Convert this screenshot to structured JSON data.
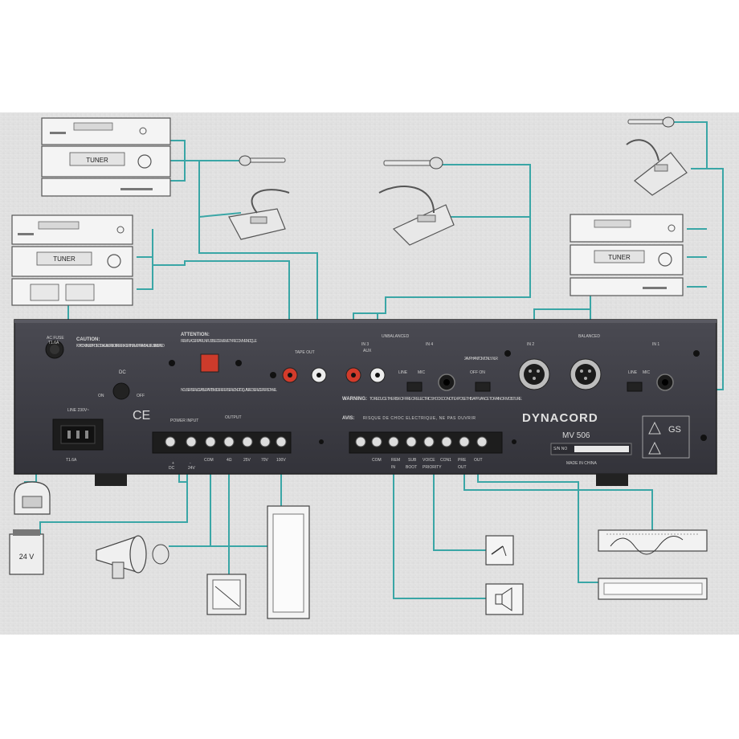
{
  "brand": "DYNACORD",
  "model": "MV 506",
  "made_in": "MADE IN CHINA",
  "tuner_label": "TUNER",
  "battery_label": "24 V",
  "panel": {
    "ac_fuse": "AC FUSE",
    "ac_fuse_rating": "T1.6A",
    "caution_title": "CAUTION:",
    "caution_text": "FOR CONTINUED PROTECTION AGAINST RISK OF FIRE REPLACE WITH SAME TYPE AND VALUE FUSE INDICATED",
    "attention_title": "ATTENTION:",
    "attention_text": "REMPLACER PAR UN FUSIBLE DE MEME TYPE COMME INDIQUE",
    "line_voltage": "LINE 230V~",
    "fuse_rating_lbl": "T1.6A",
    "dc_label": "DC",
    "on_label": "ON",
    "off_label": "OFF",
    "no_user_text": "NO USER SERVICEABLE PARTS INSIDE REFER SERVICING TO QUALIFIED SERVICE PERSONNEL",
    "power_input": "POWER INPUT",
    "output": "OUTPUT",
    "tape_out": "TAPE OUT",
    "unbalanced": "UNBALANCED",
    "in4": "IN 4",
    "in3": "IN 3",
    "aux": "AUX",
    "balanced": "BALANCED",
    "in2": "IN 2",
    "in1": "IN 1",
    "line": "LINE",
    "mic": "MIC",
    "phantom": "24V PHANTOM ONLY XLR",
    "off_on": "OFF  ON",
    "warning_title": "WARNING:",
    "warning_text": "TO REDUCE THE RISK OF FIRE OR ELECTRIC SHOCK DO NOT EXPOSE THIS APPLIANCE TO RAIN OR MOISTURE.",
    "avis_title": "AVIS:",
    "avis_text": "RISQUE DE CHOC ELECTRIQUE, NE PAS OUVRIR",
    "ce_mark": "CE",
    "gs_mark": "GS"
  },
  "terminals_left": [
    "+",
    "-",
    "COM",
    "4Ω",
    "25V",
    "70V",
    "100V"
  ],
  "terminals_left_lower": [
    "DC",
    "24V"
  ],
  "terminals_right": [
    "COM",
    "REM",
    "SUB",
    "VOICE",
    "CON1",
    "PRE",
    "OUT"
  ],
  "terminals_right_lower": [
    "IN",
    "BOOT",
    "PRIORITY",
    "OUT"
  ],
  "serial_lbl": "S/N NO"
}
